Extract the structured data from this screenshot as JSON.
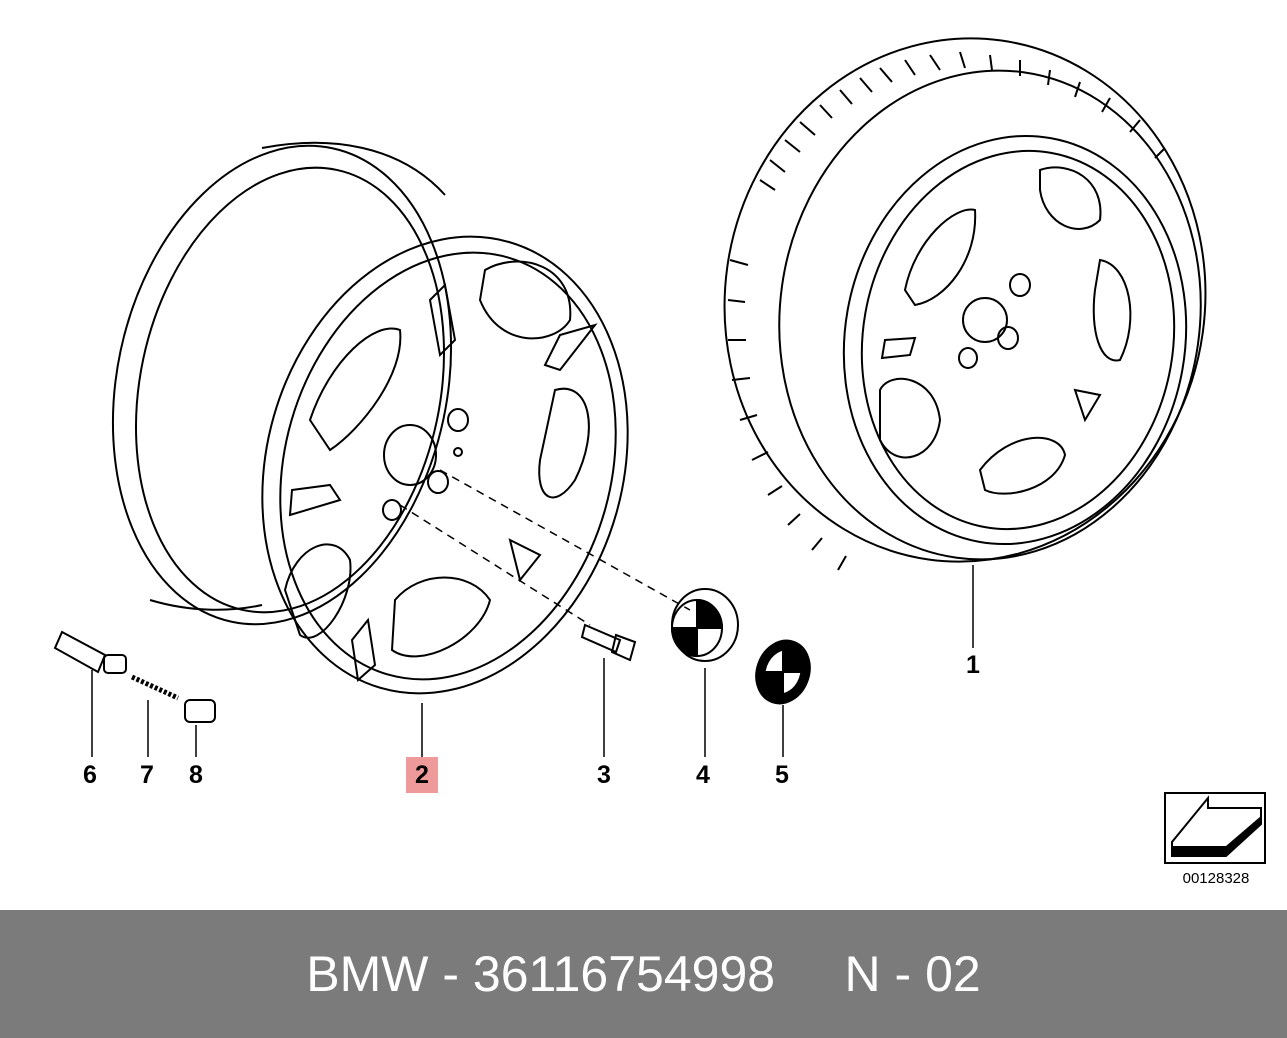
{
  "callouts": [
    {
      "id": "1",
      "label": "1"
    },
    {
      "id": "2",
      "label": "2",
      "highlighted": true
    },
    {
      "id": "3",
      "label": "3"
    },
    {
      "id": "4",
      "label": "4"
    },
    {
      "id": "5",
      "label": "5"
    },
    {
      "id": "6",
      "label": "6"
    },
    {
      "id": "7",
      "label": "7"
    },
    {
      "id": "8",
      "label": "8"
    }
  ],
  "reference_number": "00128328",
  "footer": {
    "brand": "BMW",
    "part_number": "36116754998",
    "section": "N - 02",
    "text": "BMW - 36116754998     N - 02"
  },
  "colors": {
    "line": "#000000",
    "highlight": "#ef9a9a",
    "footer_bg": "#7b7b7b",
    "footer_text": "#ffffff"
  }
}
